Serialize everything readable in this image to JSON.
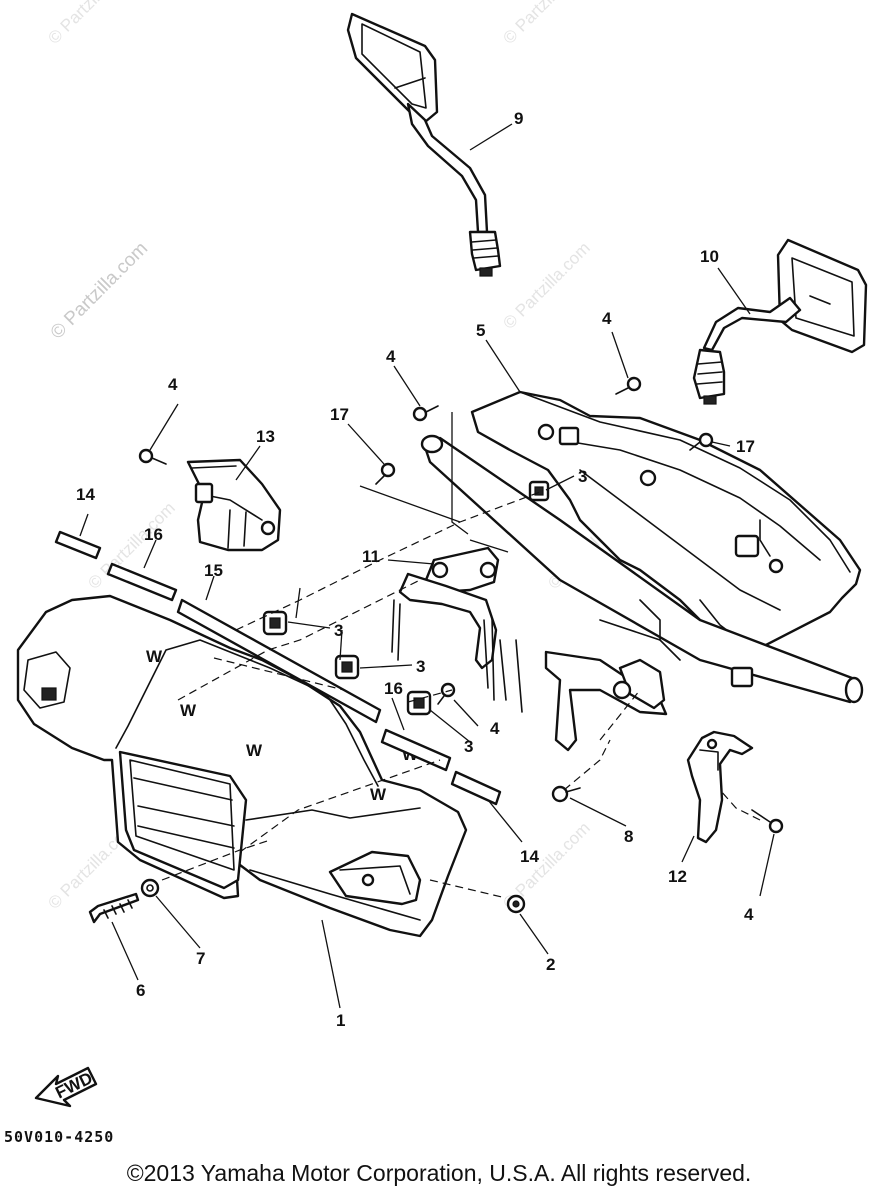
{
  "watermark": "© Partzilla.com",
  "fwd_label": "FWD",
  "part_code": "50V010-4250",
  "copyright": "©2013 Yamaha Motor Corporation, U.S.A. All rights reserved.",
  "callouts": {
    "c1": "1",
    "c2": "2",
    "c3a": "3",
    "c3b": "3",
    "c3c": "3",
    "c3d": "3",
    "c4a": "4",
    "c4b": "4",
    "c4c": "4",
    "c4d": "4",
    "c4e": "4",
    "c5": "5",
    "c6": "6",
    "c7": "7",
    "c8": "8",
    "c9": "9",
    "c10": "10",
    "c11": "11",
    "c12": "12",
    "c13": "13",
    "c14a": "14",
    "c14b": "14",
    "c15": "15",
    "c16a": "16",
    "c16b": "16",
    "c17a": "17",
    "c17b": "17"
  }
}
